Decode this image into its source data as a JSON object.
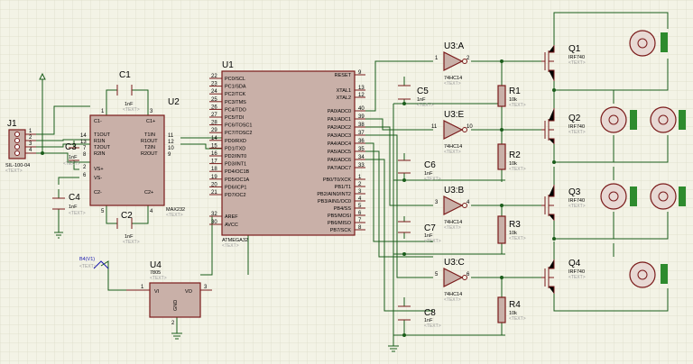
{
  "components": {
    "j1": {
      "ref": "J1",
      "value": "SIL-100-04",
      "text": "<TEXT>",
      "pins": [
        "1",
        "2",
        "3",
        "4"
      ]
    },
    "c1": {
      "ref": "C1",
      "value": "1nF",
      "text": "<TEXT>"
    },
    "c2": {
      "ref": "C2",
      "value": "1nF",
      "text": "<TEXT>"
    },
    "c3": {
      "ref": "C3",
      "value": "1nF",
      "text": "<TEXT>"
    },
    "c4": {
      "ref": "C4",
      "value": "1nF",
      "text": "<TEXT>"
    },
    "c5": {
      "ref": "C5",
      "value": "1nF",
      "text": "<TEXT>"
    },
    "c6": {
      "ref": "C6",
      "value": "1nF",
      "text": "<TEXT>"
    },
    "c7": {
      "ref": "C7",
      "value": "1nF",
      "text": "<TEXT>"
    },
    "c8": {
      "ref": "C8",
      "value": "1nF",
      "text": "<TEXT>"
    },
    "u2": {
      "ref": "U2",
      "value": "MAX232",
      "text": "<TEXT>",
      "left_pins": [
        {
          "name": "C1-",
          "num": ""
        },
        {
          "name": "T1OUT",
          "num": "14"
        },
        {
          "name": "R1IN",
          "num": "13"
        },
        {
          "name": "T2OUT",
          "num": "7"
        },
        {
          "name": "R2IN",
          "num": "8"
        },
        {
          "name": "VS+",
          "num": "2"
        },
        {
          "name": "VS-",
          "num": "6"
        },
        {
          "name": "C2-",
          "num": ""
        }
      ],
      "right_pins": [
        {
          "name": "C1+",
          "num": ""
        },
        {
          "name": "T1IN",
          "num": "11"
        },
        {
          "name": "R1OUT",
          "num": "12"
        },
        {
          "name": "T2IN",
          "num": "10"
        },
        {
          "name": "R2OUT",
          "num": "9"
        },
        {
          "name": "C2+",
          "num": ""
        }
      ],
      "top_nums": [
        "1",
        "3"
      ],
      "bottom_nums": [
        "5",
        "4"
      ]
    },
    "u1": {
      "ref": "U1",
      "value": "ATMEGA32",
      "text": "<TEXT>",
      "left_pins": [
        "PC0/SCL",
        "PC1/SDA",
        "PC2/TCK",
        "PC3/TMS",
        "PC4/TDO",
        "PC5/TDI",
        "PC6/TOSC1",
        "PC7/TOSC2",
        "PD0/RXD",
        "PD1/TXD",
        "PD2/INT0",
        "PD3/INT1",
        "PD4/OC1B",
        "PD5/OC1A",
        "PD6/ICP1",
        "PD7/OC2",
        "AREF",
        "AVCC"
      ],
      "right_pins": [
        "RESET",
        "XTAL1",
        "XTAL2",
        "PA0/ADC0",
        "PA1/ADC1",
        "PA2/ADC2",
        "PA3/ADC3",
        "PA4/ADC4",
        "PA5/ADC5",
        "PA6/ADC6",
        "PA7/ADC7",
        "PB0/T0/XCK",
        "PB1/T1",
        "PB2/AIN0/INT2",
        "PB3/AIN1/OC0",
        "PB4/SS",
        "PB5/MOSI",
        "PB6/MISO",
        "PB7/SCK"
      ],
      "left_nums": [
        "22",
        "23",
        "24",
        "25",
        "26",
        "27",
        "28",
        "29",
        "14",
        "15",
        "16",
        "17",
        "18",
        "19",
        "20",
        "21",
        "32",
        "30"
      ],
      "right_nums": [
        "9",
        "13",
        "12",
        "40",
        "39",
        "38",
        "37",
        "36",
        "35",
        "34",
        "33",
        "1",
        "2",
        "3",
        "4",
        "5",
        "6",
        "7",
        "8"
      ]
    },
    "u3a": {
      "ref": "U3:A",
      "value": "74HC14",
      "text": "<TEXT>",
      "in": "1",
      "out": "2"
    },
    "u3e": {
      "ref": "U3:E",
      "value": "74HC14",
      "text": "<TEXT>",
      "in": "11",
      "out": "10"
    },
    "u3b": {
      "ref": "U3:B",
      "value": "74HC14",
      "text": "<TEXT>",
      "in": "3",
      "out": "4"
    },
    "u3c": {
      "ref": "U3:C",
      "value": "74HC14",
      "text": "<TEXT>",
      "in": "5",
      "out": "6"
    },
    "r1": {
      "ref": "R1",
      "value": "10k",
      "text": "<TEXT>"
    },
    "r2": {
      "ref": "R2",
      "value": "10k",
      "text": "<TEXT>"
    },
    "r3": {
      "ref": "R3",
      "value": "10k",
      "text": "<TEXT>"
    },
    "r4": {
      "ref": "R4",
      "value": "10k",
      "text": "<TEXT>"
    },
    "q1": {
      "ref": "Q1",
      "value": "IRF740",
      "text": "<TEXT>"
    },
    "q2": {
      "ref": "Q2",
      "value": "IRF740",
      "text": "<TEXT>"
    },
    "q3": {
      "ref": "Q3",
      "value": "IRF740",
      "text": "<TEXT>"
    },
    "q4": {
      "ref": "Q4",
      "value": "IRF740",
      "text": "<TEXT>"
    },
    "u4": {
      "ref": "U4",
      "value": "7805",
      "text": "<TEXT>",
      "vi": "VI",
      "vo": "VO",
      "gnd": "GND",
      "pin_in": "1",
      "pin_out": "3",
      "pin_gnd": "2"
    },
    "battery": {
      "ref": "B4(V1)",
      "text": "<TEXT>"
    }
  },
  "colors": {
    "background": "#f3f3e6",
    "grid": "#dcdcc6",
    "wire": "#1a5c1a",
    "component": "#7a1a1a",
    "component_fill": "#c9b0a8",
    "motor_terminal": "#2e8b2e"
  }
}
